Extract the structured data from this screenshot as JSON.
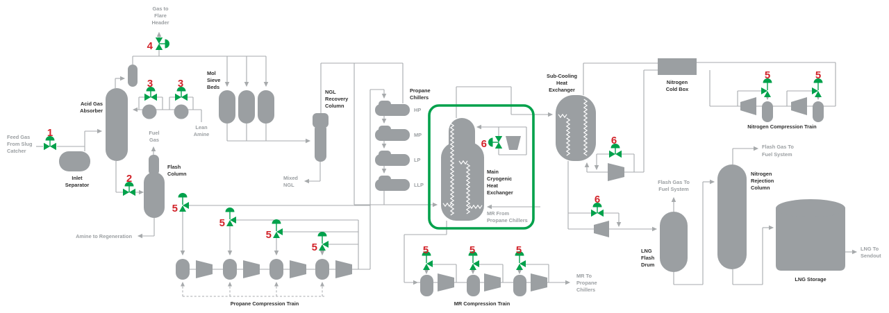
{
  "title": "LNG liquefaction process flow diagram",
  "colors": {
    "accent_green": "#00a14b",
    "accent_red": "#d2232a",
    "equipment_gray": "#9b9fa2",
    "line_gray": "#a7aaac",
    "text_dark": "#2d2d2d"
  },
  "N": {
    "1": "1",
    "2": "2",
    "3": "3",
    "4": "4",
    "5": "5",
    "6": "6"
  },
  "L": {
    "gas_to_flare": [
      "Gas to",
      "Flare",
      "Header"
    ],
    "feed_gas": [
      "Feed Gas",
      "From Slug",
      "Catcher"
    ],
    "inlet_separator": [
      "Inlet",
      "Separator"
    ],
    "acid_gas_absorber": [
      "Acid Gas",
      "Absorber"
    ],
    "fuel_gas": [
      "Fuel",
      "Gas"
    ],
    "lean_amine": [
      "Lean",
      "Amine"
    ],
    "flash_column": [
      "Flash",
      "Column"
    ],
    "amine_regen": [
      "Amine to Regeneration"
    ],
    "mol_sieve": [
      "Mol",
      "Sieve",
      "Beds"
    ],
    "ngl_column": [
      "NGL",
      "Recovery",
      "Column"
    ],
    "mixed_ngl": [
      "Mixed",
      "NGL"
    ],
    "propane_chillers": [
      "Propane",
      "Chillers"
    ],
    "chiller_tags": [
      "HP",
      "MP",
      "LP",
      "LLP"
    ],
    "mche": [
      "Main",
      "Cryogenic",
      "Heat",
      "Exchanger"
    ],
    "mr_from": [
      "MR From",
      "Propane Chillers"
    ],
    "subcool": [
      "Sub-Cooling",
      "Heat",
      "Exchanger"
    ],
    "cold_box": [
      "Nitrogen",
      "Cold Box"
    ],
    "n2_train": [
      "Nitrogen Compression Train"
    ],
    "flash_gas_drum": [
      "Flash Gas To",
      "Fuel System"
    ],
    "flash_gas_nrc": [
      "Flash Gas To",
      "Fuel System"
    ],
    "lng_flash_drum": [
      "LNG",
      "Flash",
      "Drum"
    ],
    "nrc": [
      "Nitrogen",
      "Rejection",
      "Column"
    ],
    "lng_storage": [
      "LNG Storage"
    ],
    "lng_sendout": [
      "LNG To",
      "Sendout"
    ],
    "mr_to": [
      "MR To",
      "Propane",
      "Chillers"
    ],
    "mr_train": [
      "MR Compression Train"
    ],
    "propane_train": [
      "Propane Compression Train"
    ]
  }
}
